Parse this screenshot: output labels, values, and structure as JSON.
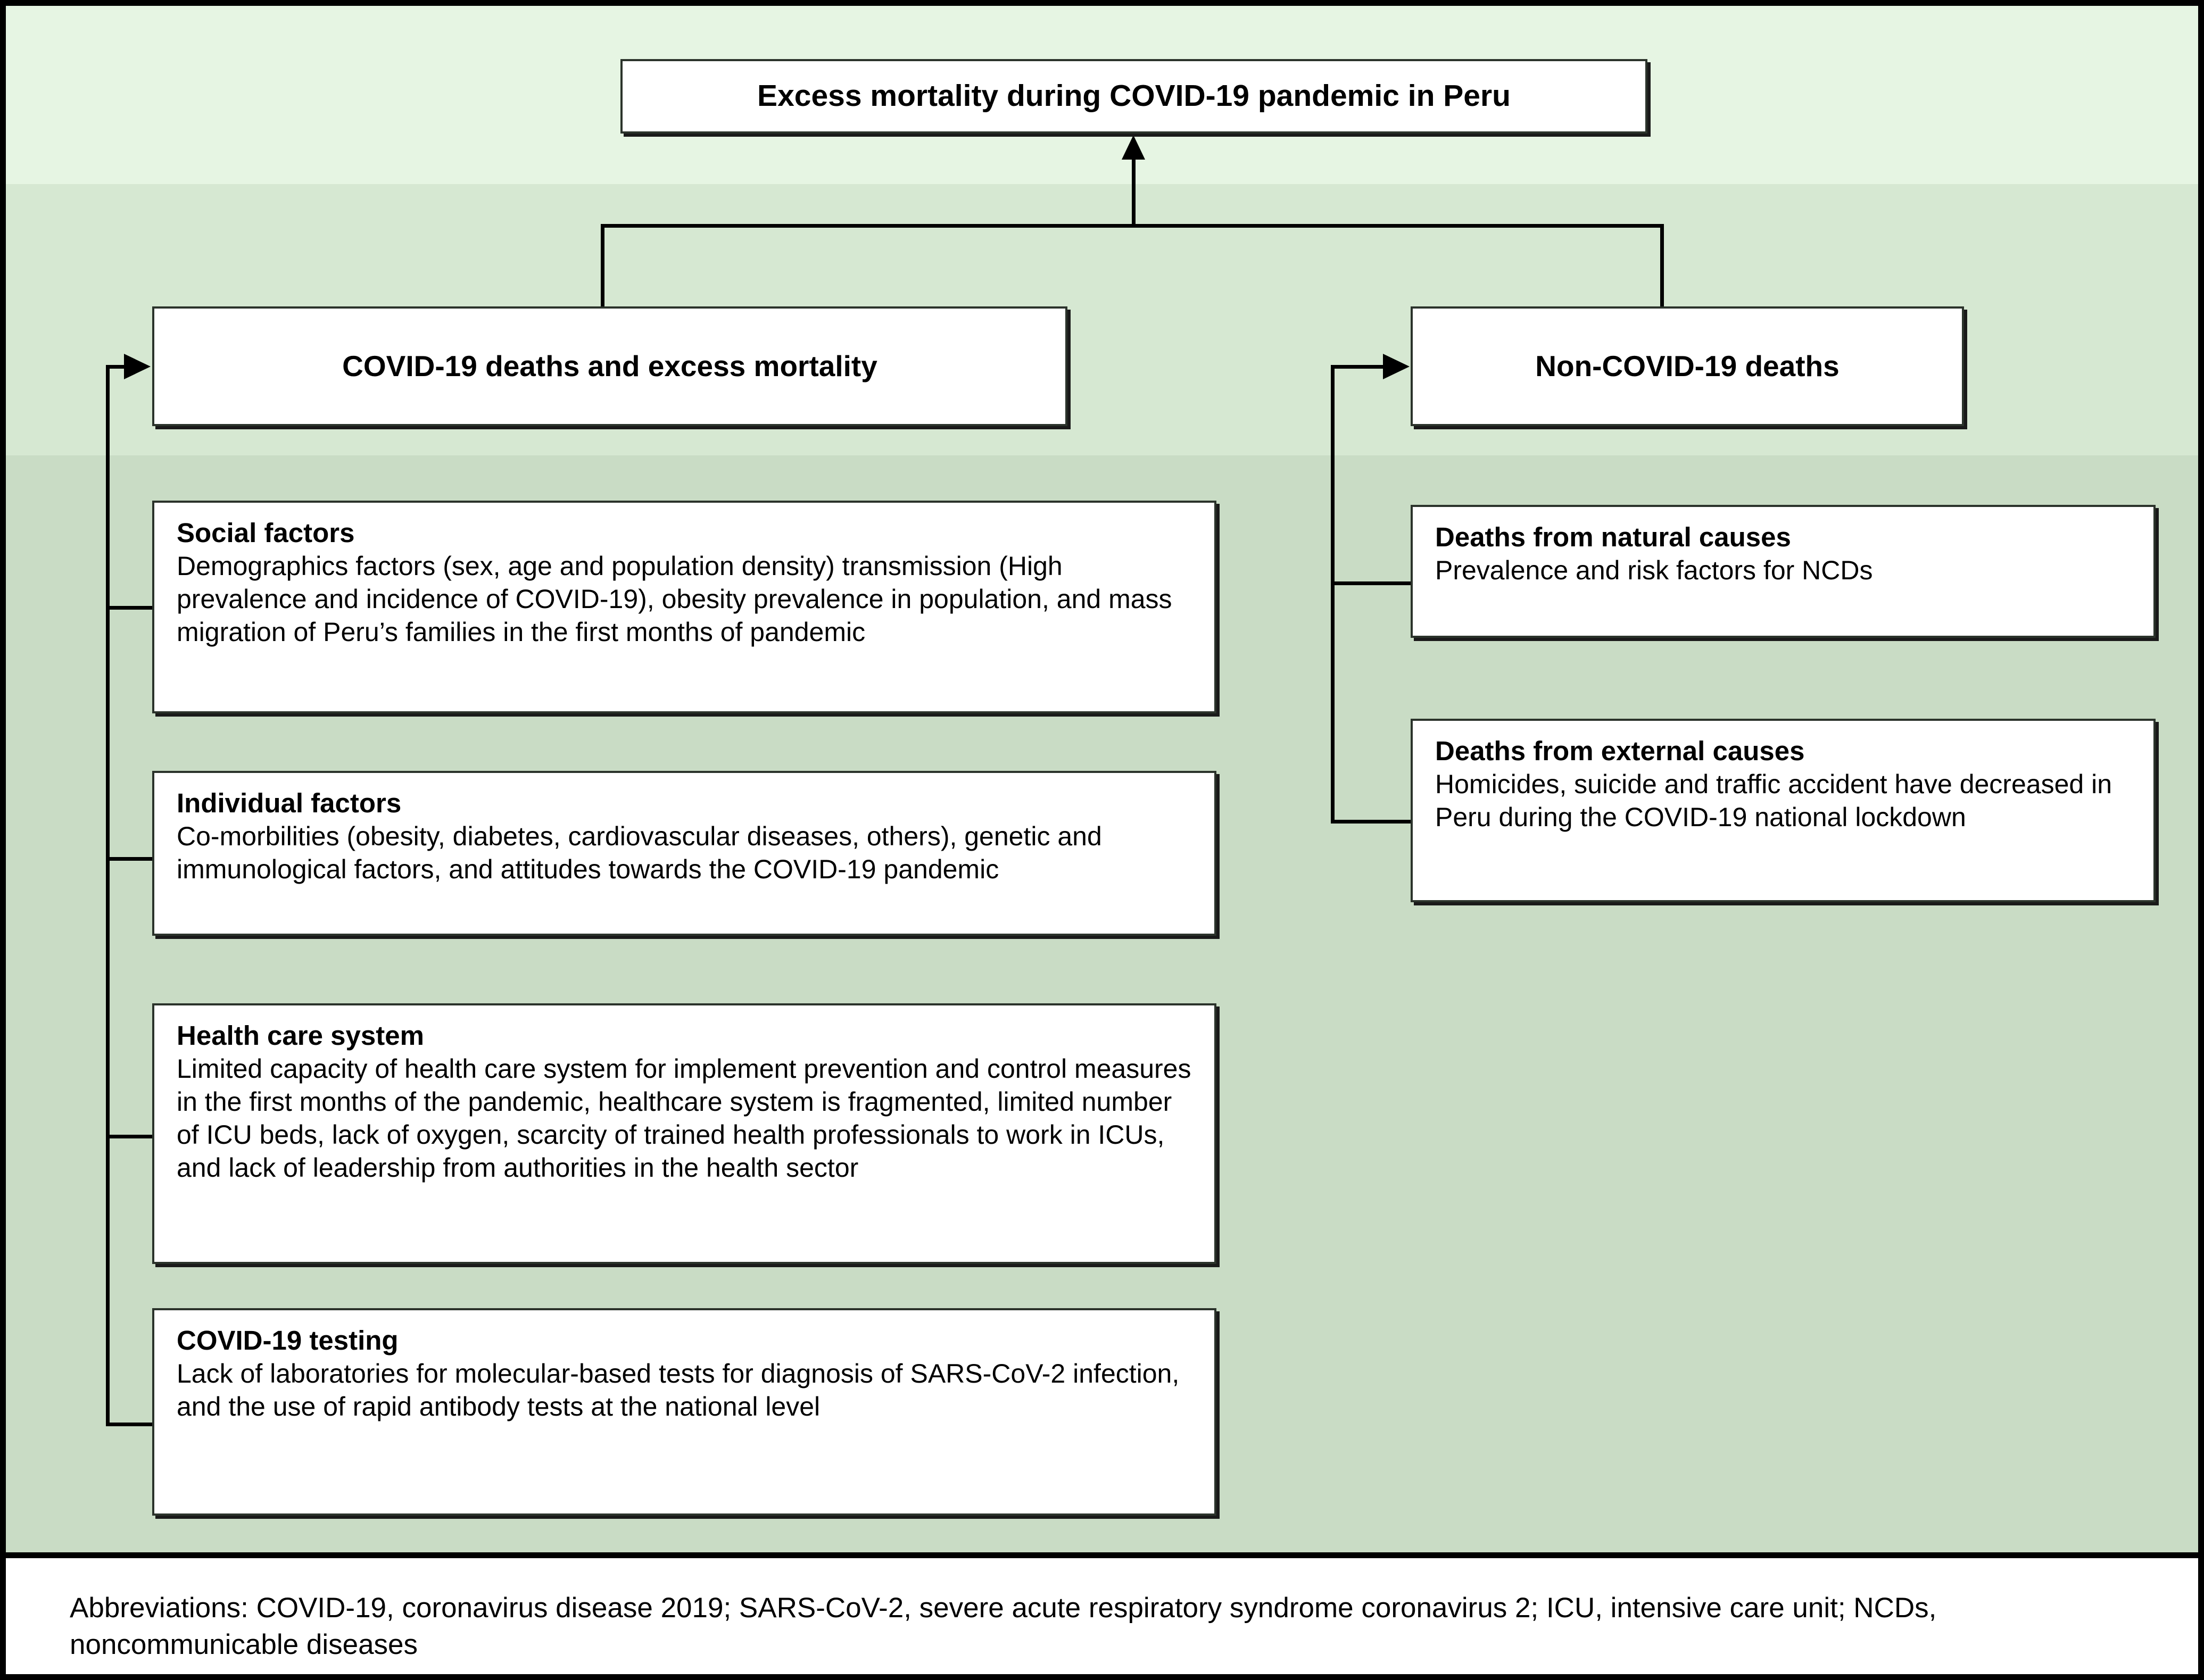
{
  "figure": {
    "root": {
      "title": "Excess mortality during COVID-19 pandemic in Peru"
    },
    "branches": {
      "left": {
        "title": "COVID-19 deaths and excess mortality",
        "items": [
          {
            "title": "Social factors",
            "body": "Demographics factors (sex, age and population density) transmission (High prevalence and incidence of COVID-19), obesity prevalence in population, and mass migration of Peru’s families in the first months of pandemic"
          },
          {
            "title": "Individual factors",
            "body": "Co-morbilities (obesity, diabetes, cardiovascular diseases, others), genetic and immunological factors, and attitudes towards the COVID-19 pandemic"
          },
          {
            "title": "Health care system",
            "body": "Limited capacity of health care system for implement prevention and control measures in the first months of the pandemic, healthcare system is fragmented, limited number of ICU beds, lack of oxygen, scarcity of trained health professionals to work in ICUs, and lack of leadership from authorities in the health sector"
          },
          {
            "title": "COVID-19 testing",
            "body": "Lack of laboratories for molecular-based tests for diagnosis of SARS-CoV-2 infection, and the use of rapid antibody tests at the national level"
          }
        ]
      },
      "right": {
        "title": "Non-COVID-19 deaths",
        "items": [
          {
            "title": "Deaths from natural causes",
            "body": "Prevalence and risk factors for NCDs"
          },
          {
            "title": "Deaths from external causes",
            "body": "Homicides, suicide and traffic accident  have decreased in Peru during the COVID-19 national lockdown"
          }
        ]
      }
    },
    "footnote": "Abbreviations: COVID-19, coronavirus disease 2019; SARS-CoV-2, severe acute respiratory syndrome coronavirus 2; ICU, intensive care unit; NCDs, noncommunicable diseases",
    "colors": {
      "band_top": "#e6f5e3",
      "band_mid": "#d6e8d2",
      "band_bottom": "#c9dcc5",
      "box_fill": "#ffffff",
      "box_border": "#2b332b",
      "connector": "#000000",
      "frame": "#000000"
    }
  }
}
